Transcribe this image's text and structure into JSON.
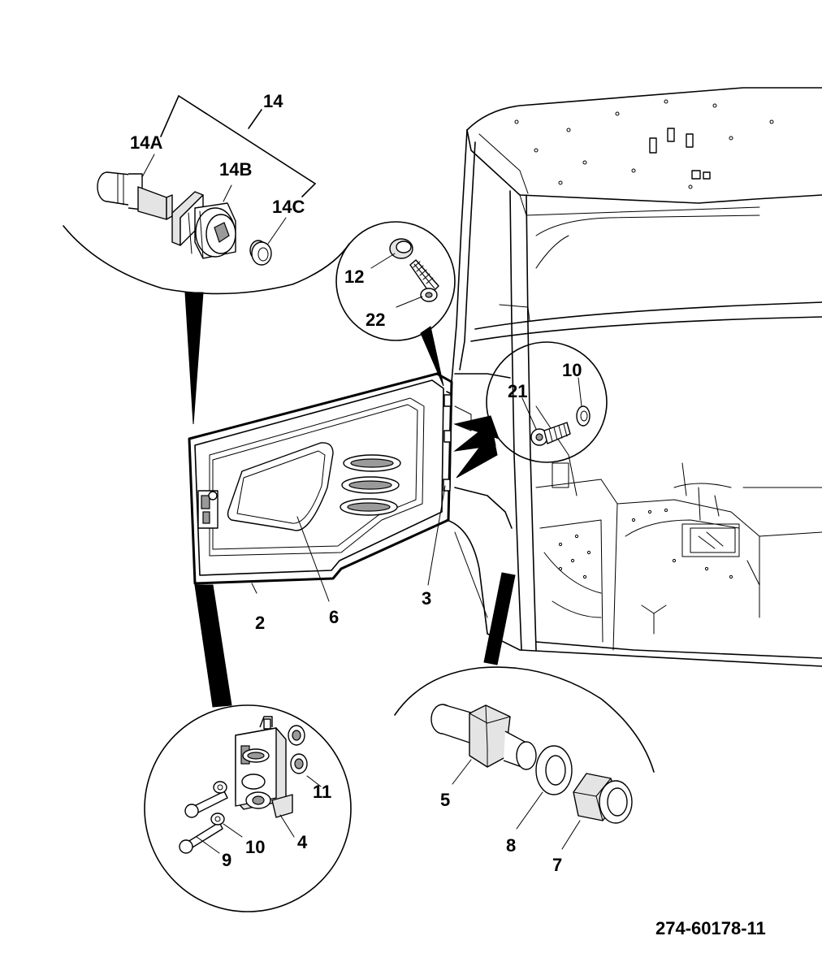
{
  "labels": {
    "l14": "14",
    "l14A": "14A",
    "l14B": "14B",
    "l14C": "14C",
    "l12": "12",
    "l22": "22",
    "l21": "21",
    "l10a": "10",
    "l2": "2",
    "l6": "6",
    "l3": "3",
    "l11": "11",
    "l4": "4",
    "l10b": "10",
    "l9": "9",
    "l5": "5",
    "l8": "8",
    "l7": "7"
  },
  "reference_number": "274-60178-11"
}
